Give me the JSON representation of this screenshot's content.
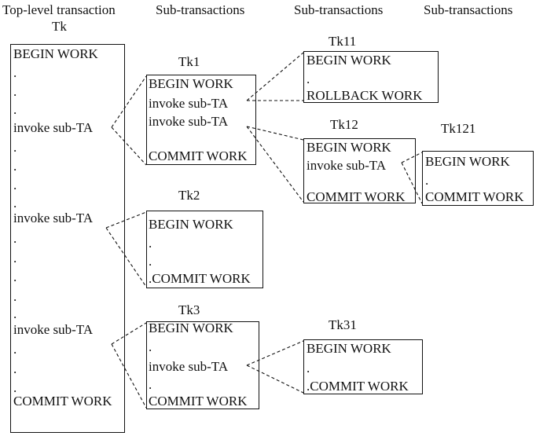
{
  "headers": {
    "top_level": "Top-level transaction",
    "top_level_name": "Tk",
    "sub1": "Sub-transactions",
    "sub2": "Sub-transactions",
    "sub3": "Sub-transactions"
  },
  "tk": {
    "begin": "BEGIN WORK",
    "dot": ".",
    "invoke": "invoke sub-TA",
    "commit": "COMMIT WORK"
  },
  "tk1": {
    "title": "Tk1",
    "begin": "BEGIN WORK",
    "invoke": "invoke sub-TA",
    "commit": "COMMIT WORK"
  },
  "tk11": {
    "title": "Tk11",
    "begin": "BEGIN WORK",
    "dot": ".",
    "rollback": "ROLLBACK WORK"
  },
  "tk12": {
    "title": "Tk12",
    "begin": "BEGIN WORK",
    "invoke": "invoke sub-TA",
    "commit": "COMMIT WORK"
  },
  "tk121": {
    "title": "Tk121",
    "begin": "BEGIN WORK",
    "dot": ".",
    "commit": "COMMIT WORK"
  },
  "tk2": {
    "title": "Tk2",
    "begin": "BEGIN WORK",
    "dot": ".",
    "commit": ".COMMIT WORK"
  },
  "tk3": {
    "title": "Tk3",
    "begin": "BEGIN WORK",
    "dot": ".",
    "invoke": "invoke sub-TA",
    "commit": "COMMIT WORK"
  },
  "tk31": {
    "title": "Tk31",
    "begin": "BEGIN WORK",
    "dot": ".",
    "commit": ".COMMIT WORK"
  }
}
